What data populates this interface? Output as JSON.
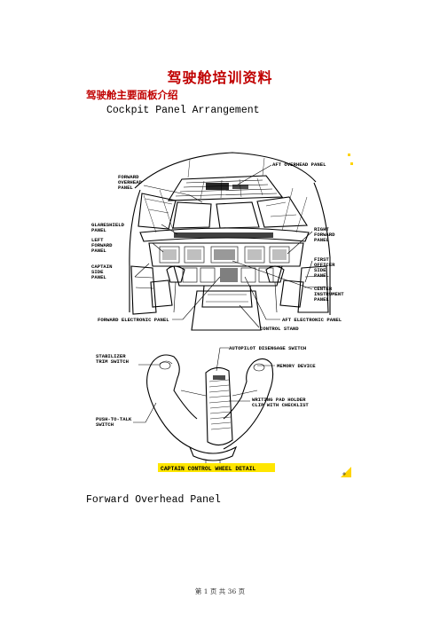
{
  "document": {
    "title": "驾驶舱培训资料",
    "subtitle_cn": "驾驶舱主要面板介绍",
    "subtitle_en": "Cockpit Panel Arrangement",
    "section_heading": "Forward Overhead Panel",
    "footer": "第 1 页 共 36 页",
    "title_color": "#c00000"
  },
  "figure1": {
    "labels": {
      "aft_overhead": "AFT OVERHEAD PANEL",
      "forward_overhead": [
        "FORWARD",
        "OVERHEAD",
        "PANEL"
      ],
      "glareshield": [
        "GLARESHIELD",
        "PANEL"
      ],
      "left_forward": [
        "LEFT",
        "FORWARD",
        "PANEL"
      ],
      "captain_side": [
        "CAPTAIN",
        "SIDE",
        "PANEL"
      ],
      "right_forward": [
        "RIGHT",
        "FORWARD",
        "PANEL"
      ],
      "first_officer_side": [
        "FIRST",
        "OFFICER",
        "SIDE",
        "PANEL"
      ],
      "center_instrument": [
        "CENTER",
        "INSTRUMENT",
        "PANEL"
      ],
      "forward_electronic": "FORWARD ELECTRONIC PANEL",
      "aft_electronic": "AFT ELECTRONIC PANEL",
      "control_stand": "CONTROL STAND"
    }
  },
  "figure2": {
    "labels": {
      "stabilizer": [
        "STABILIZER",
        "TRIM SWITCH"
      ],
      "autopilot": "AUTOPILOT DISENGAGE SWITCH",
      "memory": "MEMORY DEVICE",
      "writing_pad": [
        "WRITING PAD HOLDER",
        "CLIP WITH CHECKLIST"
      ],
      "push_to_talk": [
        "PUSH-TO-TALK",
        "SWITCH"
      ],
      "caption": "CAPTAIN CONTROL WHEEL DETAIL"
    },
    "caption_highlight": "#ffe600"
  }
}
